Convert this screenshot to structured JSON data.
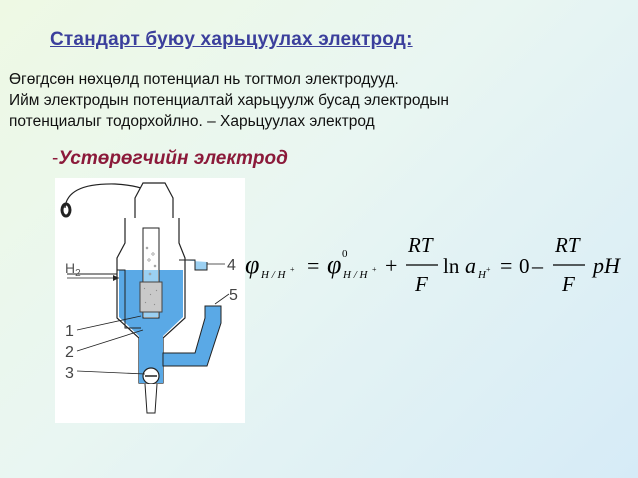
{
  "title": "Стандарт буюу харьцуулах электрод:",
  "paragraph": {
    "line1": "Өгөгдсөн нөхцөлд потенциал нь тогтмол электродууд.",
    "line2": "Ийм электродын потенциалтай харьцуулж бусад электродын",
    "line3": "потенциалыг тодорхойлно. – Харьцуулах электрод"
  },
  "subheading": {
    "dash": "-",
    "text": "Устөрөгчийн электрод"
  },
  "diagram": {
    "gas_label": "H",
    "gas_subscript": "2",
    "labels": [
      "1",
      "2",
      "3",
      "4",
      "5"
    ]
  },
  "formula": {
    "phi": "φ",
    "sub_left": "H / H",
    "plus_sup": "+",
    "equals": "=",
    "phi0": "φ",
    "zero": "0",
    "sub_right": "H / H",
    "plus": "+",
    "RT": "RT",
    "F": "F",
    "ln": "ln",
    "a": "a",
    "sub_a": "H",
    "equals2": "=",
    "zero_num": "0",
    "minus": "–",
    "RT2": "RT",
    "F2": "F",
    "pH": "pH"
  },
  "colors": {
    "title": "#3b3f9c",
    "subheading": "#8b1a3a",
    "liquid": "#5aa9e6",
    "glass": "#ffffff"
  }
}
